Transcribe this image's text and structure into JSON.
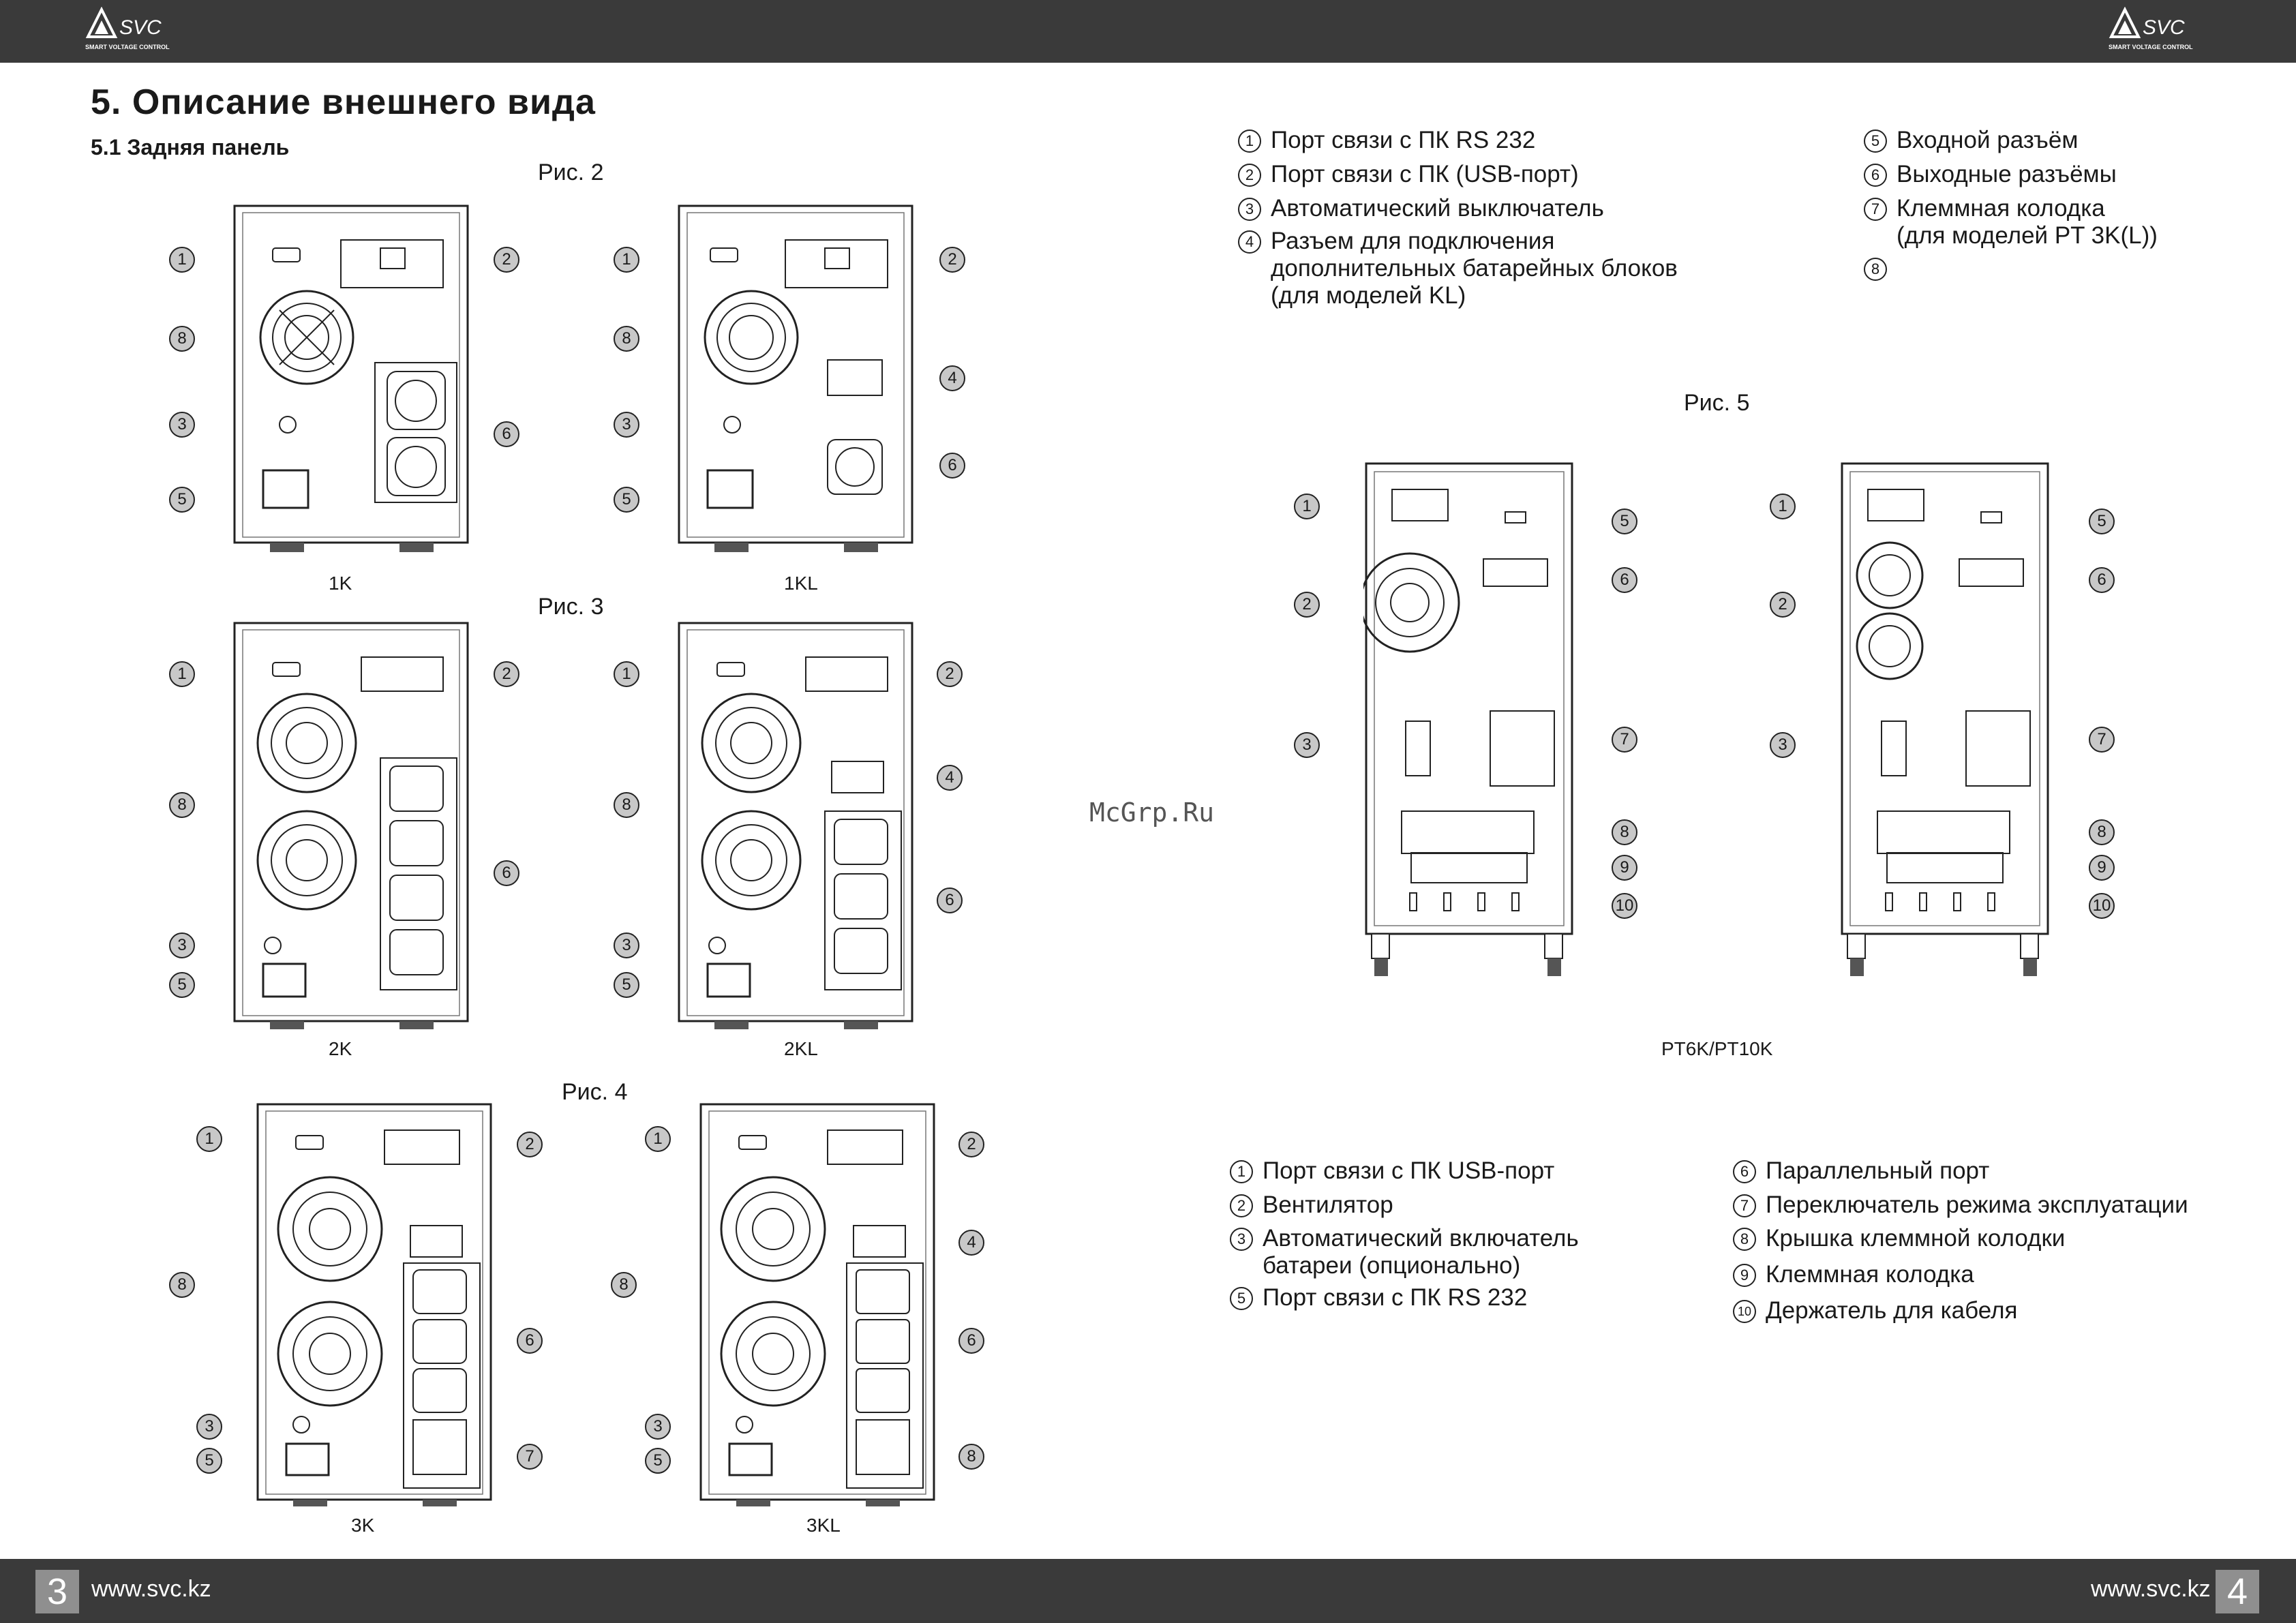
{
  "brand": {
    "name": "SVC",
    "tagline": "SMART VOLTAGE CONTROL"
  },
  "header": {
    "title": "5. Описание внешнего вида",
    "subtitle": "5.1 Задняя панель"
  },
  "figures": {
    "fig2": {
      "caption": "Рис. 2",
      "models": [
        "1K",
        "1KL"
      ]
    },
    "fig3": {
      "caption": "Рис. 3",
      "models": [
        "2K",
        "2KL"
      ]
    },
    "fig4": {
      "caption": "Рис. 4",
      "models": [
        "3K",
        "3KL"
      ]
    },
    "fig5": {
      "caption": "Рис. 5",
      "models": "PT6K/PT10K"
    }
  },
  "legend_top": {
    "left": [
      {
        "n": "1",
        "text": [
          "Порт связи с ПК RS 232"
        ]
      },
      {
        "n": "2",
        "text": [
          "Порт связи с ПК (USB-порт)"
        ]
      },
      {
        "n": "3",
        "text": [
          "Автоматический выключатель"
        ]
      },
      {
        "n": "4",
        "text": [
          "Разъем для подключения",
          "дополнительных батарейных блоков",
          "(для моделей KL)"
        ]
      }
    ],
    "right": [
      {
        "n": "5",
        "text": [
          "Входной разъём"
        ]
      },
      {
        "n": "6",
        "text": [
          "Выходные разъёмы"
        ]
      },
      {
        "n": "7",
        "text": [
          "Клеммная колодка",
          "(для моделей PT 3K(L))"
        ]
      },
      {
        "n": "8",
        "text": [
          ""
        ]
      }
    ]
  },
  "legend_bottom": {
    "left": [
      {
        "n": "1",
        "text": [
          "Порт связи с ПК USB-порт"
        ]
      },
      {
        "n": "2",
        "text": [
          "Вентилятор"
        ]
      },
      {
        "n": "3",
        "text": [
          "Автоматический включатель",
          "батареи (опционально)"
        ]
      },
      {
        "n": "5",
        "text": [
          "Порт связи с ПК RS 232"
        ]
      }
    ],
    "right": [
      {
        "n": "6",
        "text": [
          "Параллельный порт"
        ]
      },
      {
        "n": "7",
        "text": [
          "Переключатель режима эксплуатации"
        ]
      },
      {
        "n": "8",
        "text": [
          "Крышка клеммной колодки"
        ]
      },
      {
        "n": "9",
        "text": [
          "Клеммная колодка"
        ]
      },
      {
        "n": "10",
        "text": [
          "Держатель для кабеля"
        ]
      }
    ]
  },
  "watermark": "McGrp.Ru",
  "footer": {
    "left_page": "3",
    "right_page": "4",
    "site": "www.svc.kz"
  }
}
